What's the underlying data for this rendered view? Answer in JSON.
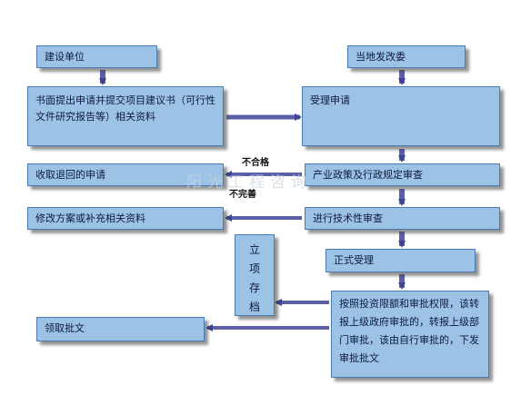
{
  "boxes": {
    "jianshe_danwei": "建设单位",
    "dangdi_fagai": "当地发改委",
    "submit_proposal": "书面提出申请并提交项目建议书（可行性文件研究报告等）相关资料",
    "shouli_shenqing": "受理申请",
    "withdraw": "收取退回的申请",
    "policy_review": "产业政策及行政规定审查",
    "modify_supplement": "修改方案或补充相关资料",
    "tech_review": "进行技术性审查",
    "formal_accept": "正式受理",
    "approval_rules": "按照投资限额和审批权限，该转报上级政府审批的，转报上级部门审批，该由自行审批的，下发审批批文",
    "receive_approval": "领取批文",
    "archive_chars": [
      "立",
      "项",
      "存",
      "档"
    ]
  },
  "labels": {
    "buhege": "不合格",
    "buwanshan": "不完善"
  },
  "watermark": "阳光工程咨询",
  "colors": {
    "box_fill": "#9cc3e6",
    "box_border": "#4a7bb0",
    "arrow": "#5a5fa8"
  }
}
